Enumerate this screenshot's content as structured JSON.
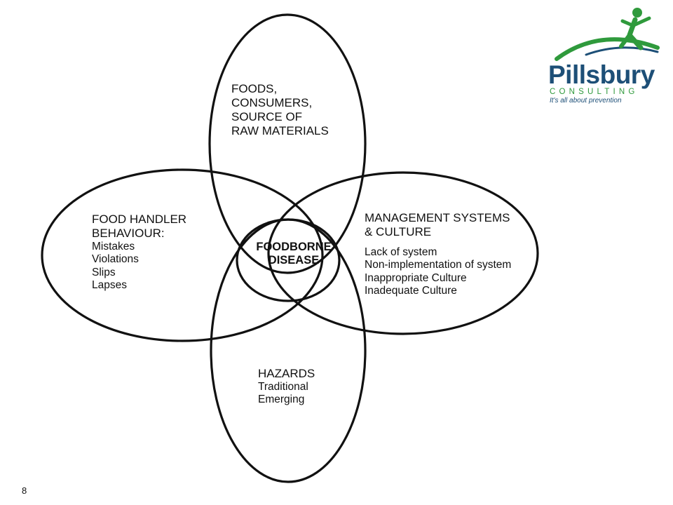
{
  "logo": {
    "wordmark": "Pillsbury",
    "sub": "CONSULTING",
    "tagline": "It's all about prevention",
    "colors": {
      "navy": "#1d4f77",
      "green": "#2f9a3c"
    }
  },
  "diagram": {
    "top": {
      "title_lines": [
        "FOODS,",
        "CONSUMERS,",
        "SOURCE OF",
        "RAW MATERIALS"
      ]
    },
    "left": {
      "title_lines": [
        "FOOD HANDLER",
        "BEHAVIOUR:"
      ],
      "items": [
        "Mistakes",
        "Violations",
        "Slips",
        "Lapses"
      ]
    },
    "right": {
      "title_lines": [
        "MANAGEMENT SYSTEMS",
        "& CULTURE"
      ],
      "items": [
        "Lack of system",
        "Non-implementation of system",
        "Inappropriate Culture",
        "Inadequate Culture"
      ]
    },
    "bottom": {
      "title_lines": [
        "HAZARDS"
      ],
      "items": [
        "Traditional",
        "Emerging"
      ]
    },
    "center": {
      "lines": [
        "FOODBORNE",
        "DISEASE"
      ]
    }
  },
  "page_number": "8"
}
